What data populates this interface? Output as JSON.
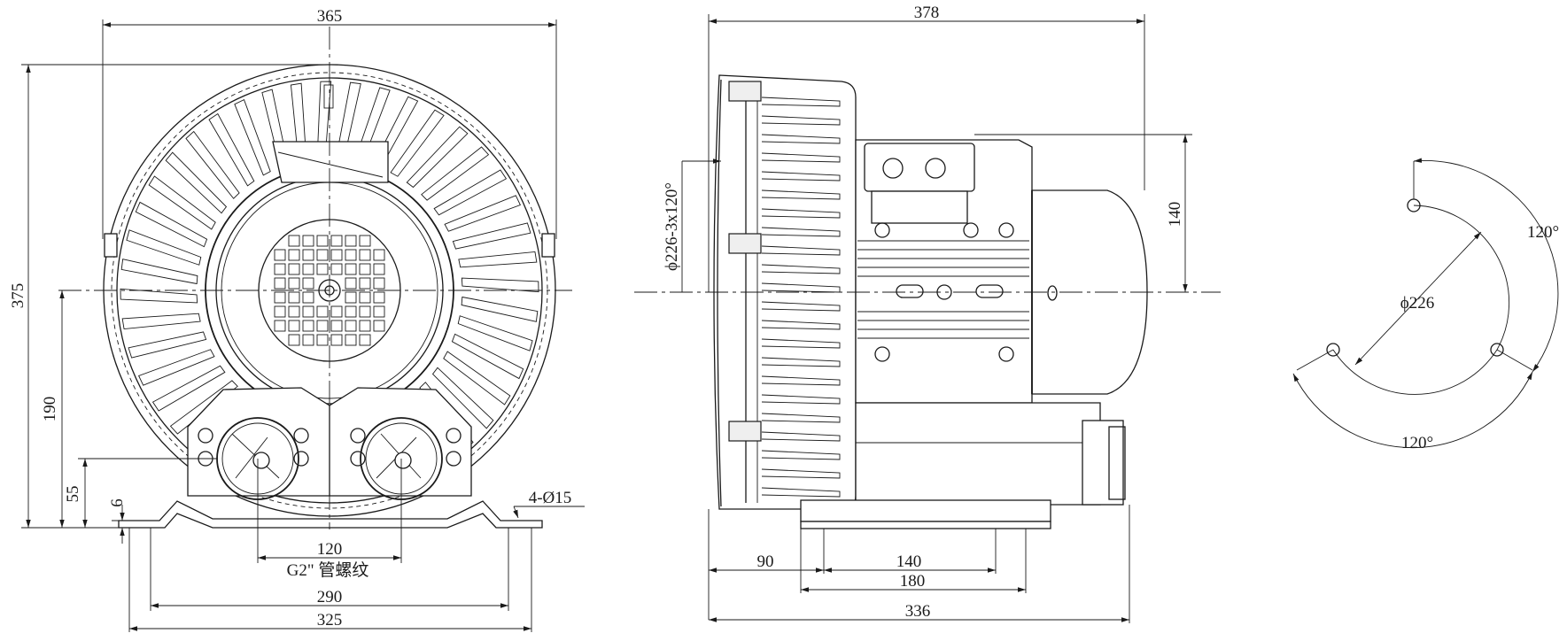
{
  "front_view": {
    "width_top": "365",
    "height_total": "375",
    "height_center": "190",
    "height_port": "55",
    "base_thickness": "6",
    "holes": "4-Ø15",
    "port_spacing": "120",
    "thread": "G2\" 管螺纹",
    "hole_spacing": "290",
    "base_width": "325"
  },
  "side_view": {
    "length_total": "378",
    "pcd_note": "ϕ226-3x120°",
    "height_box": "140",
    "offset_base": "90",
    "hole_spacing": "140",
    "base_length": "180",
    "length_bottom": "336"
  },
  "flange_view": {
    "diameter": "ϕ226",
    "angle_right": "120°",
    "angle_bottom": "120°"
  }
}
